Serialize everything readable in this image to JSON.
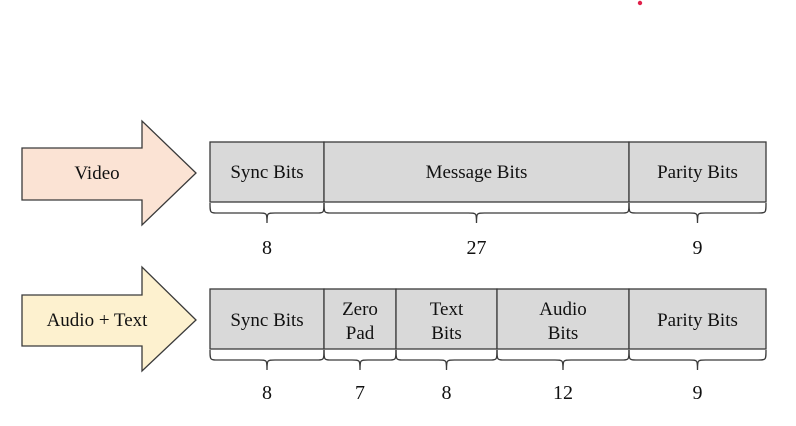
{
  "accent_dot_color": "#e0204a",
  "rows": [
    {
      "key": "video",
      "label": "Video",
      "arrow_fill": "#fbe3d4",
      "segments": [
        {
          "lines": [
            "Sync Bits"
          ],
          "bits": "8"
        },
        {
          "lines": [
            "Message Bits"
          ],
          "bits": "27"
        },
        {
          "lines": [
            "Parity Bits"
          ],
          "bits": "9"
        }
      ]
    },
    {
      "key": "audio-text",
      "label": "Audio + Text",
      "arrow_fill": "#fdf1cf",
      "segments": [
        {
          "lines": [
            "Sync Bits"
          ],
          "bits": "8"
        },
        {
          "lines": [
            "Zero",
            "Pad"
          ],
          "bits": "7"
        },
        {
          "lines": [
            "Text",
            "Bits"
          ],
          "bits": "8"
        },
        {
          "lines": [
            "Audio",
            "Bits"
          ],
          "bits": "12"
        },
        {
          "lines": [
            "Parity Bits"
          ],
          "bits": "9"
        }
      ]
    }
  ]
}
